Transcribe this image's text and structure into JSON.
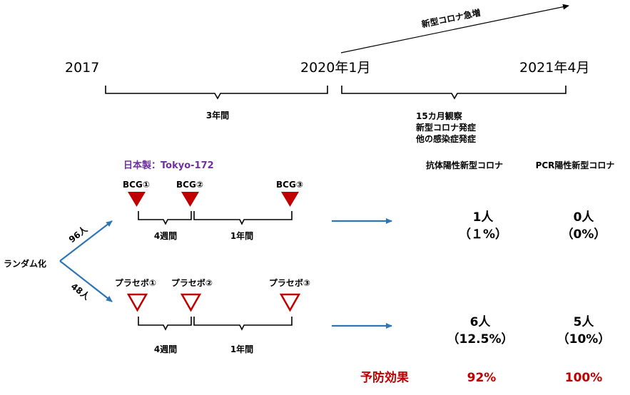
{
  "timeline": {
    "year_2017": "2017",
    "year_2020": "2020年1月",
    "year_2021": "2021年4月",
    "covid_surge": "新型コロナ急増",
    "period_3y": "3年間",
    "observation": [
      "15カ月観察",
      "新型コロナ発症",
      "他の感染症発症"
    ]
  },
  "vaccine_label": "日本製：Tokyo-172",
  "randomization": "ランダム化",
  "groups": {
    "bcg": {
      "count": "96人",
      "doses": [
        "BCG①",
        "BCG②",
        "BCG③"
      ],
      "interval_1": "4週間",
      "interval_2": "1年間"
    },
    "placebo": {
      "count": "48人",
      "doses": [
        "プラセボ①",
        "プラセボ②",
        "プラセボ③"
      ],
      "interval_1": "4週間",
      "interval_2": "1年間"
    }
  },
  "results": {
    "headers": [
      "抗体陽性新型コロナ",
      "PCR陽性新型コロナ"
    ],
    "bcg": [
      {
        "count": "1人",
        "pct": "（１%）"
      },
      {
        "count": "0人",
        "pct": "（0%）"
      }
    ],
    "placebo": [
      {
        "count": "6人",
        "pct": "（12.5%）"
      },
      {
        "count": "5人",
        "pct": "（10%）"
      }
    ],
    "efficacy_label": "予防効果",
    "efficacy": [
      "92%",
      "100%"
    ]
  },
  "colors": {
    "accent_red": "#c00000",
    "arrow_blue": "#2e75b6",
    "label_purple": "#7030a0"
  }
}
